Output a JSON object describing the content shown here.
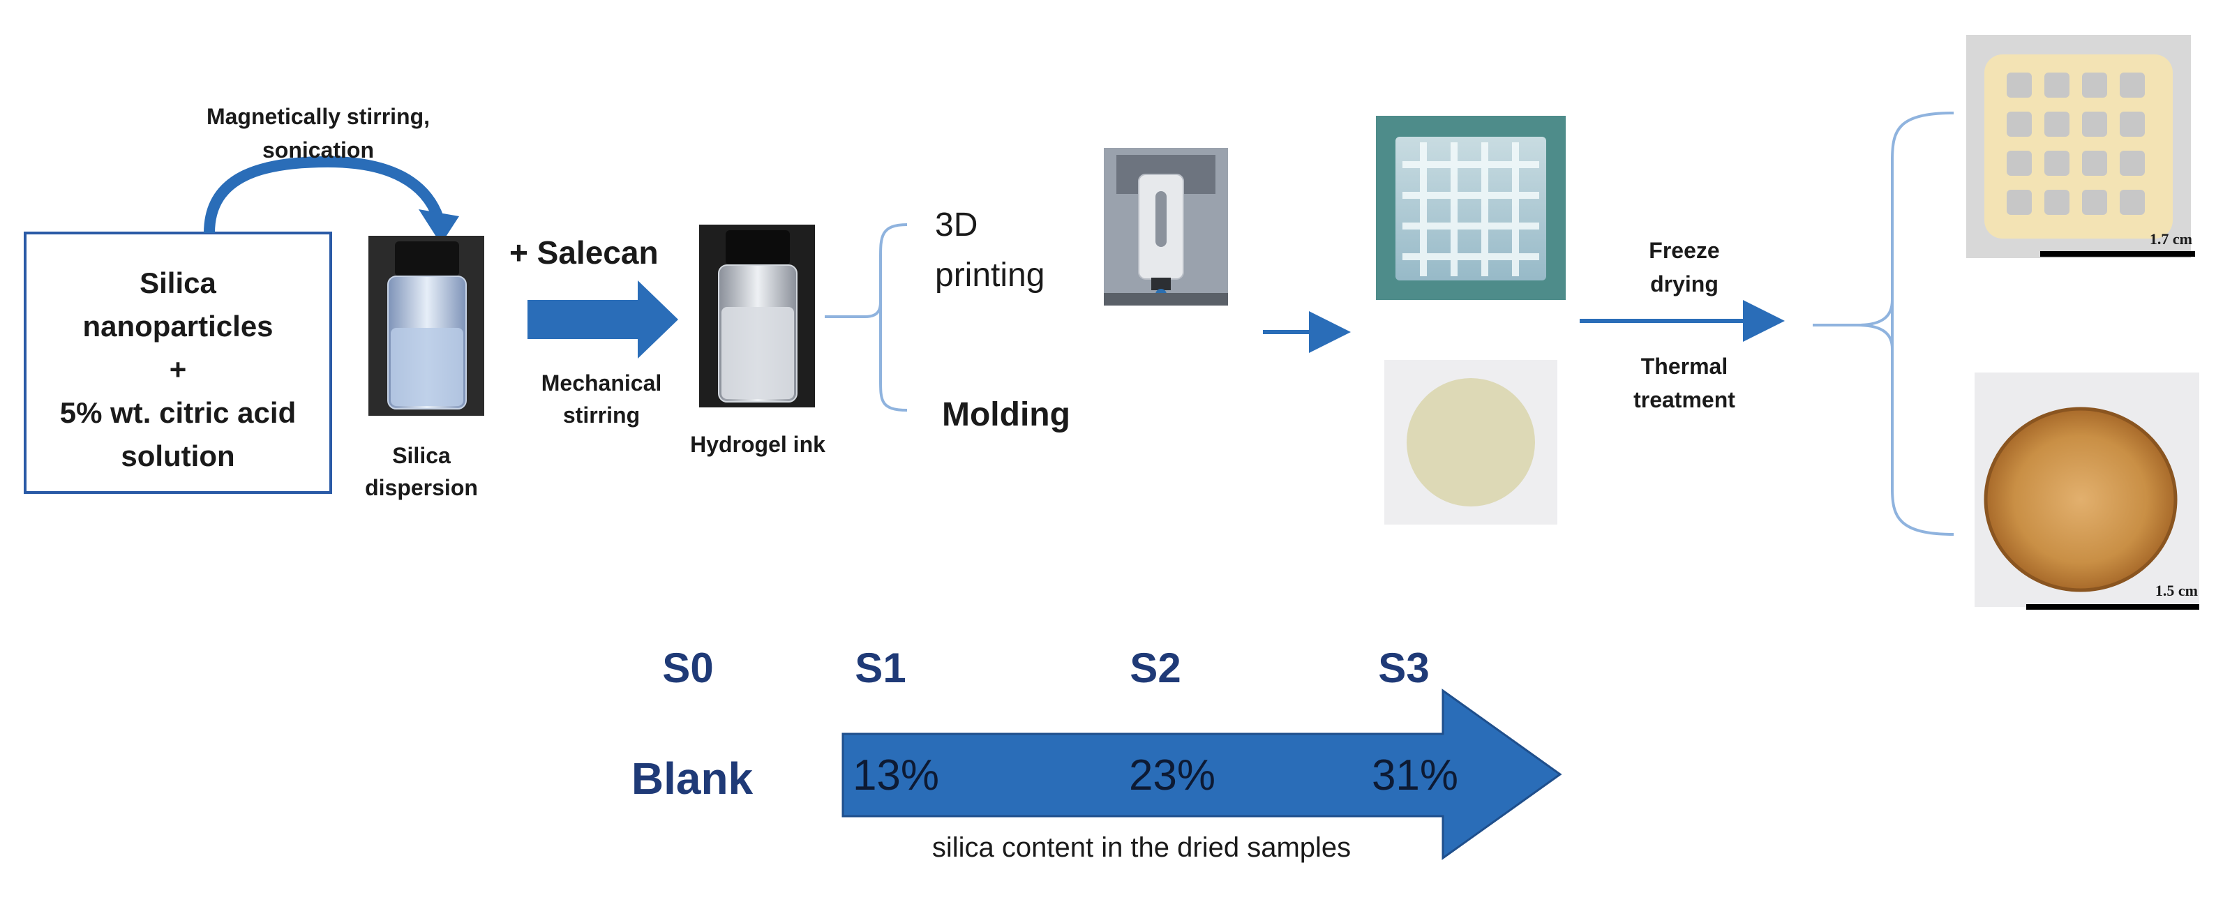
{
  "colors": {
    "primary_blue": "#2a6db8",
    "navy_text": "#1f3a77",
    "box_border": "#2a5aa6",
    "bracket": "#8fb3de",
    "scale_bar": "#000000"
  },
  "start_box": {
    "lines": [
      "Silica",
      "nanoparticles",
      "+",
      "5% wt. citric acid",
      "solution"
    ]
  },
  "curved_arrow_label": [
    "Magnetically stirring,",
    "sonication"
  ],
  "silica_dispersion_label": [
    "Silica",
    "dispersion"
  ],
  "salecan_label": "+ Salecan",
  "mechanical_label": [
    "Mechanical",
    "stirring"
  ],
  "hydrogel_label": "Hydrogel ink",
  "branch_top": [
    "3D",
    "printing"
  ],
  "branch_bottom": "Molding",
  "process_label_top": [
    "Freeze",
    "drying"
  ],
  "process_label_bottom": [
    "Thermal",
    "treatment"
  ],
  "scale_top": "1.7 cm",
  "scale_bottom": "1.5 cm",
  "samples": [
    {
      "code": "S0",
      "content": "Blank"
    },
    {
      "code": "S1",
      "content": "13%"
    },
    {
      "code": "S2",
      "content": "23%"
    },
    {
      "code": "S3",
      "content": "31%"
    }
  ],
  "content_arrow_caption": "silica content in the dried samples"
}
